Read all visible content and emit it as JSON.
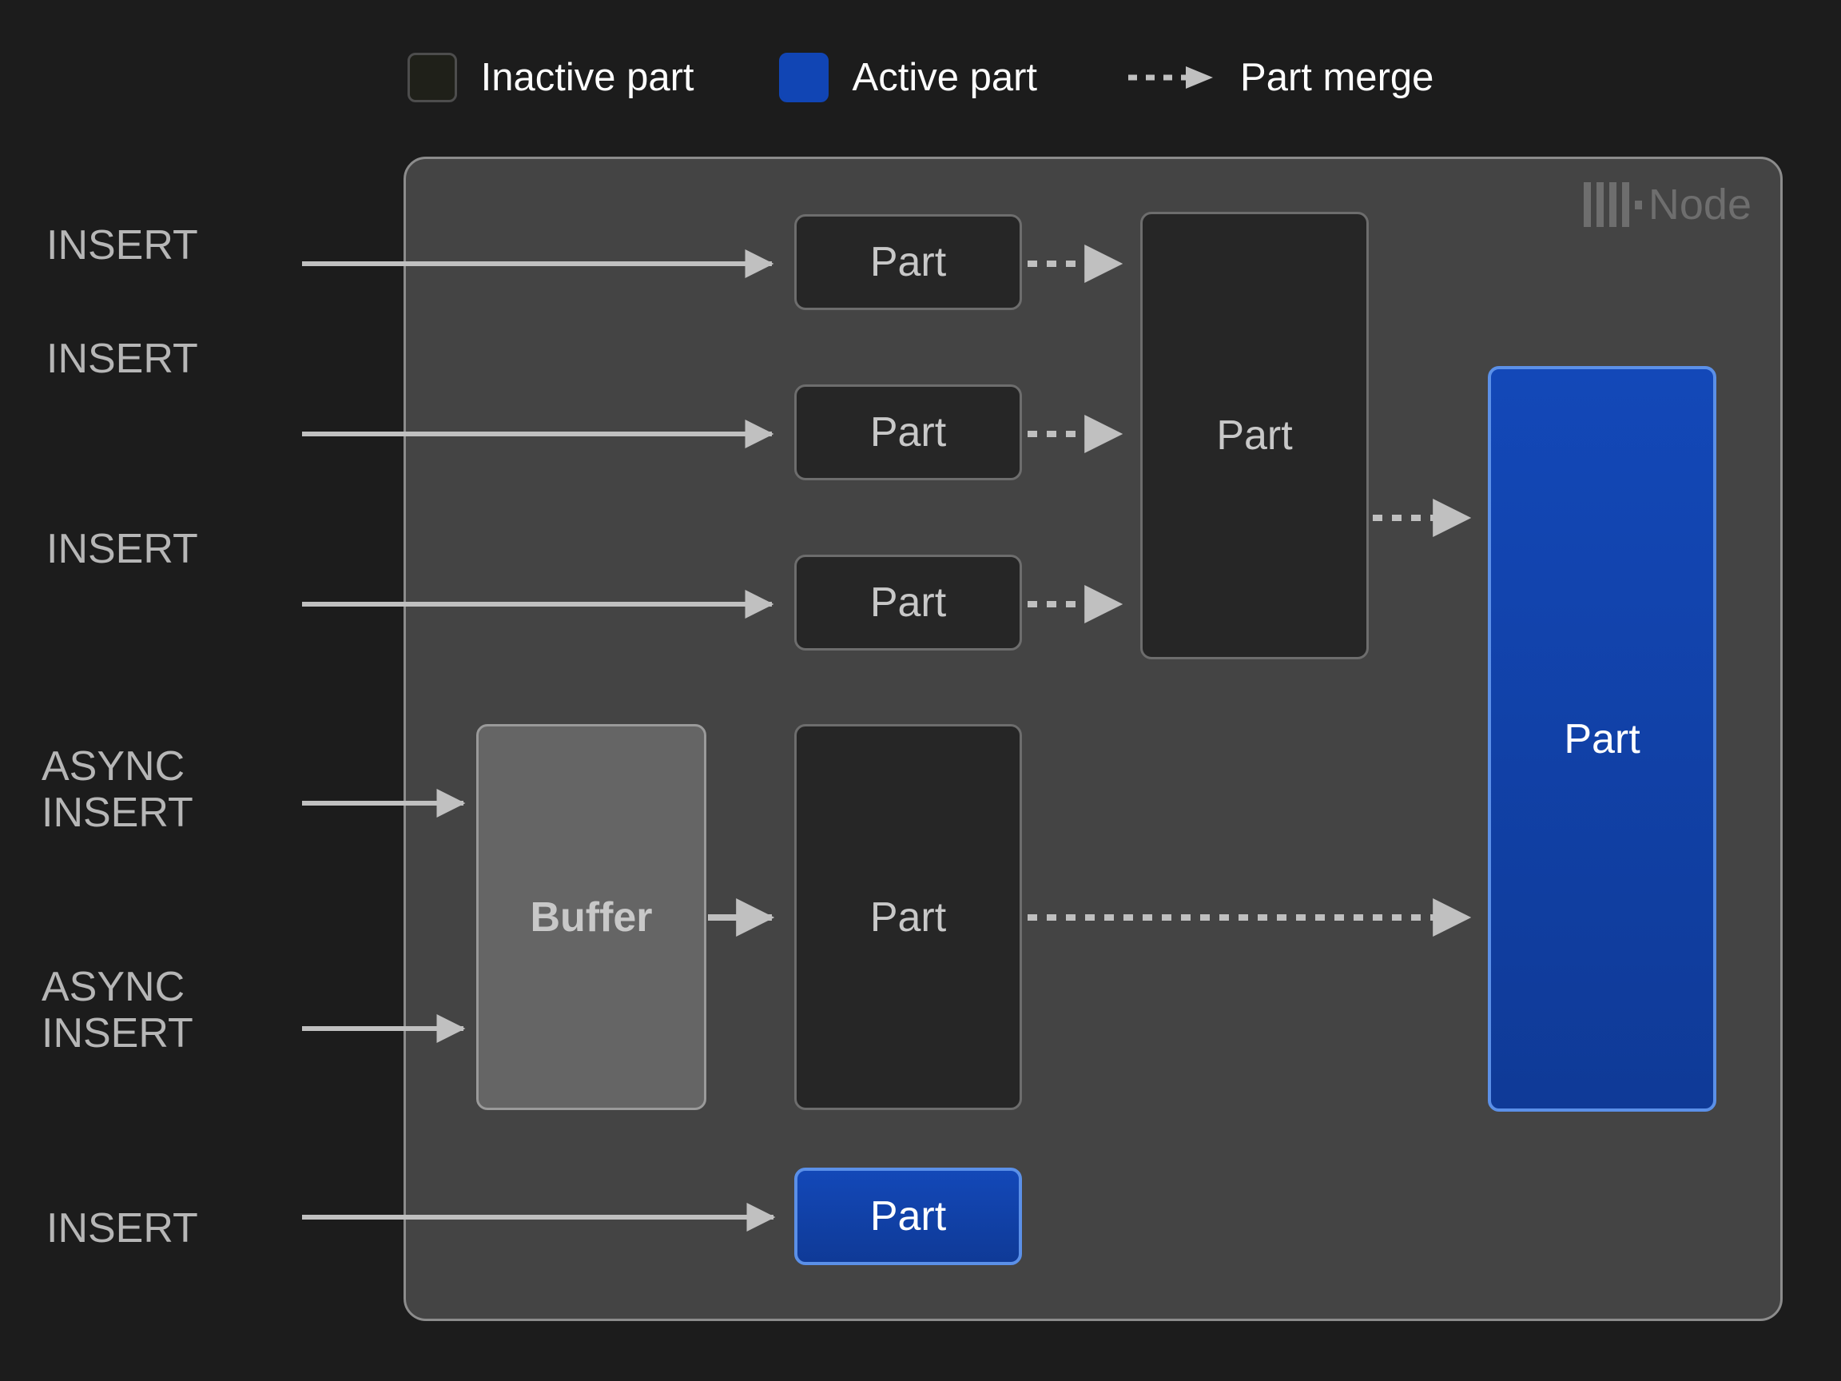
{
  "legend": {
    "items": [
      {
        "label": "Inactive part",
        "swatch": "inactive-swatch",
        "color": "#1f2019"
      },
      {
        "label": "Active part",
        "swatch": "active-swatch",
        "color": "#1145b4"
      },
      {
        "label": "Part merge",
        "swatch": "dashed-arrow",
        "color": "#c0c0c0"
      }
    ]
  },
  "node": {
    "title": "Node",
    "logo_name": "clickhouse-logo-icon",
    "background": "#444444",
    "border": "#8c8c8c"
  },
  "inputs": [
    {
      "label": "INSERT"
    },
    {
      "label": "INSERT"
    },
    {
      "label": "INSERT"
    },
    {
      "label": "ASYNC\nINSERT"
    },
    {
      "label": "ASYNC\nINSERT"
    },
    {
      "label": "INSERT"
    }
  ],
  "boxes": {
    "part_row_1": {
      "label": "Part",
      "state": "inactive"
    },
    "part_row_2": {
      "label": "Part",
      "state": "inactive"
    },
    "part_row_3": {
      "label": "Part",
      "state": "inactive"
    },
    "merged_part": {
      "label": "Part",
      "state": "inactive"
    },
    "buffer": {
      "label": "Buffer",
      "state": "buffer"
    },
    "async_part": {
      "label": "Part",
      "state": "inactive"
    },
    "final_part": {
      "label": "Part",
      "state": "active"
    },
    "insert_part": {
      "label": "Part",
      "state": "active"
    }
  },
  "colors": {
    "page_background": "#1c1c1c",
    "inactive_fill": "#262626",
    "inactive_border": "#6d6d6d",
    "active_fill": "#1145b4",
    "active_border": "#5b90e8",
    "buffer_fill": "#656565",
    "arrow": "#c0c0c0",
    "text_muted": "#b6b6b6"
  }
}
